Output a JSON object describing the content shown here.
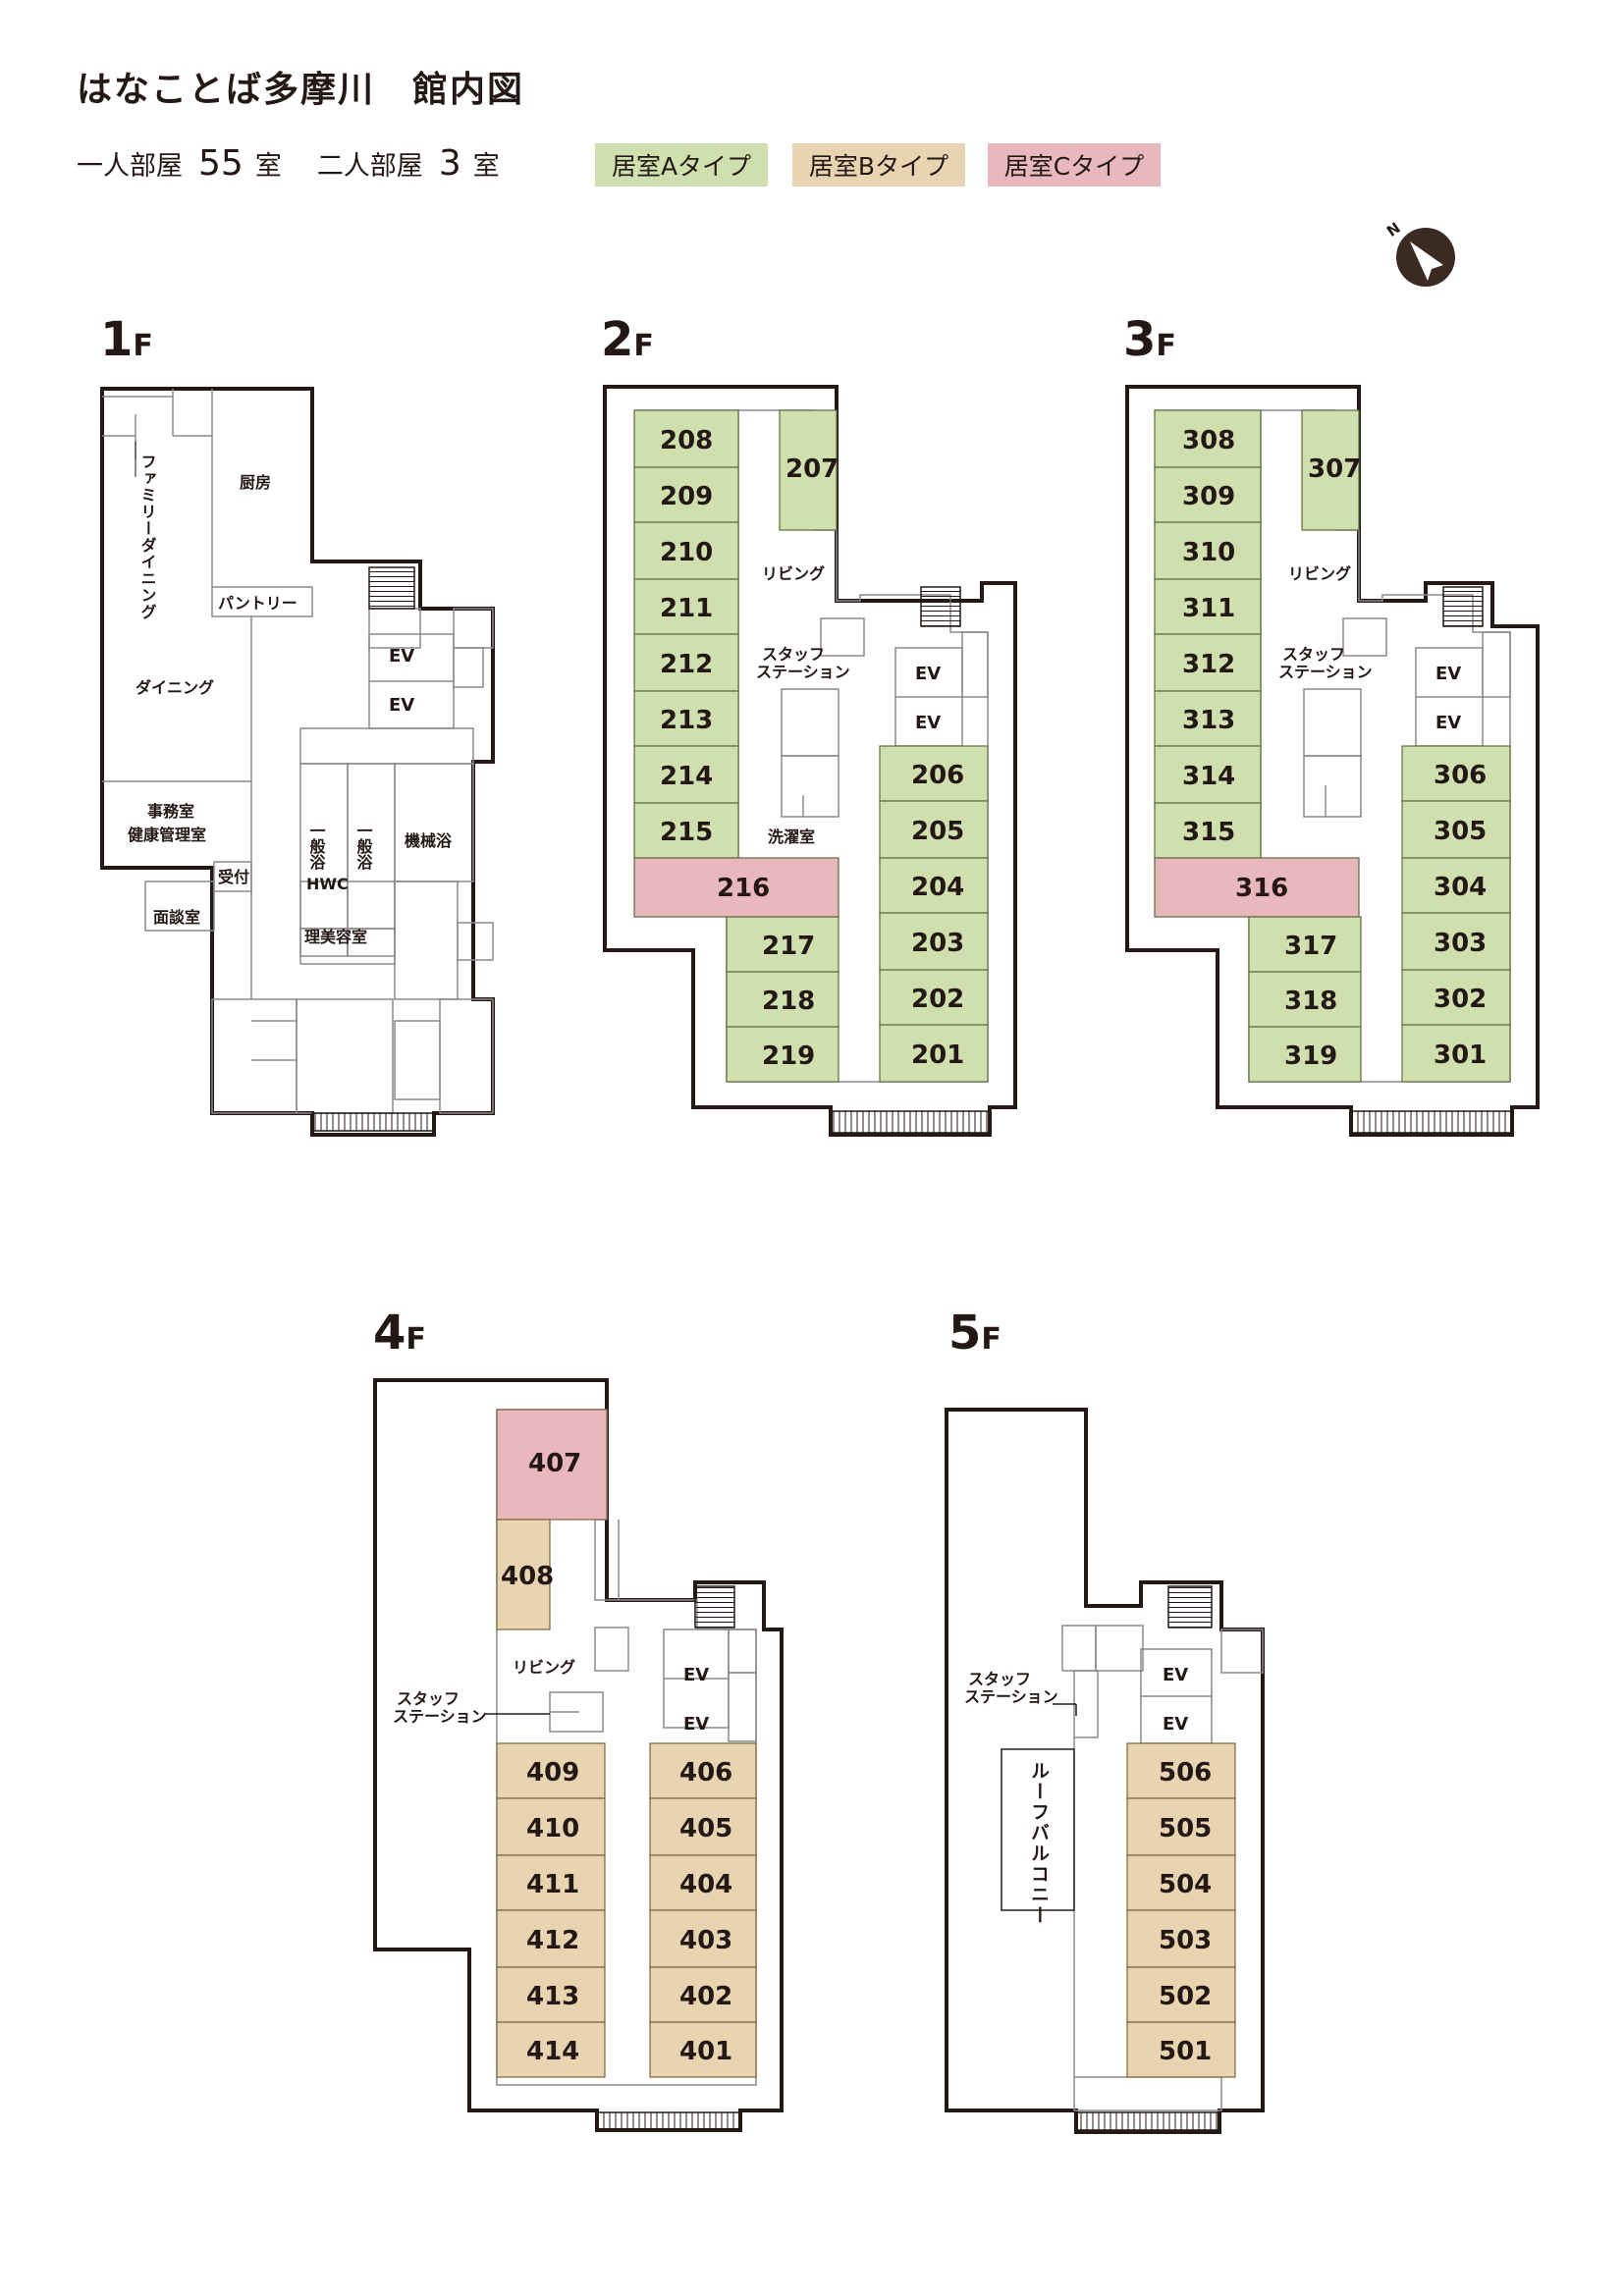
{
  "header": {
    "title": "はなことば多摩川　館内図",
    "single_label": "一人部屋",
    "single_count": "55",
    "double_label": "二人部屋",
    "double_count": "3",
    "unit": "室"
  },
  "legend": {
    "type_a": "居室Aタイプ",
    "type_b": "居室Bタイプ",
    "type_c": "居室Cタイプ"
  },
  "colors": {
    "type_a": "#cfe0ae",
    "type_b": "#e8d4b0",
    "type_c": "#e8b8bd",
    "wall": "#231815"
  },
  "compass": {
    "letter": "N"
  },
  "floors": {
    "f1": {
      "label": "1",
      "suffix": "F",
      "family_dining": "ファミリーダイニング",
      "kitchen": "厨房",
      "pantry": "パントリー",
      "dining": "ダイニング",
      "ev1": "EV",
      "ev2": "EV",
      "office1": "事務室",
      "office2": "健康管理室",
      "reception": "受付",
      "interview": "面談室",
      "bath1": "一般浴",
      "bath2": "一般浴",
      "machine_bath": "機械浴",
      "hwc": "HWC",
      "barber": "理美容室"
    },
    "f2": {
      "label": "2",
      "suffix": "F",
      "living": "リビング",
      "staff1": "スタッフ",
      "staff2": "ステーション",
      "laundry": "洗濯室",
      "ev1": "EV",
      "ev2": "EV",
      "rooms": {
        "r208": "208",
        "r209": "209",
        "r210": "210",
        "r211": "211",
        "r212": "212",
        "r213": "213",
        "r214": "214",
        "r215": "215",
        "r207": "207",
        "r216": "216",
        "r217": "217",
        "r218": "218",
        "r219": "219",
        "r206": "206",
        "r205": "205",
        "r204": "204",
        "r203": "203",
        "r202": "202",
        "r201": "201"
      }
    },
    "f3": {
      "label": "3",
      "suffix": "F",
      "living": "リビング",
      "staff1": "スタッフ",
      "staff2": "ステーション",
      "ev1": "EV",
      "ev2": "EV",
      "rooms": {
        "r308": "308",
        "r309": "309",
        "r310": "310",
        "r311": "311",
        "r312": "312",
        "r313": "313",
        "r314": "314",
        "r315": "315",
        "r307": "307",
        "r316": "316",
        "r317": "317",
        "r318": "318",
        "r319": "319",
        "r306": "306",
        "r305": "305",
        "r304": "304",
        "r303": "303",
        "r302": "302",
        "r301": "301"
      }
    },
    "f4": {
      "label": "4",
      "suffix": "F",
      "living": "リビング",
      "staff1": "スタッフ",
      "staff2": "ステーション",
      "ev1": "EV",
      "ev2": "EV",
      "rooms": {
        "r407": "407",
        "r408": "408",
        "r409": "409",
        "r410": "410",
        "r411": "411",
        "r412": "412",
        "r413": "413",
        "r414": "414",
        "r406": "406",
        "r405": "405",
        "r404": "404",
        "r403": "403",
        "r402": "402",
        "r401": "401"
      }
    },
    "f5": {
      "label": "5",
      "suffix": "F",
      "staff1": "スタッフ",
      "staff2": "ステーション",
      "roof_balcony": "ルーフバルコニー",
      "ev1": "EV",
      "ev2": "EV",
      "rooms": {
        "r506": "506",
        "r505": "505",
        "r504": "504",
        "r503": "503",
        "r502": "502",
        "r501": "501"
      }
    }
  }
}
